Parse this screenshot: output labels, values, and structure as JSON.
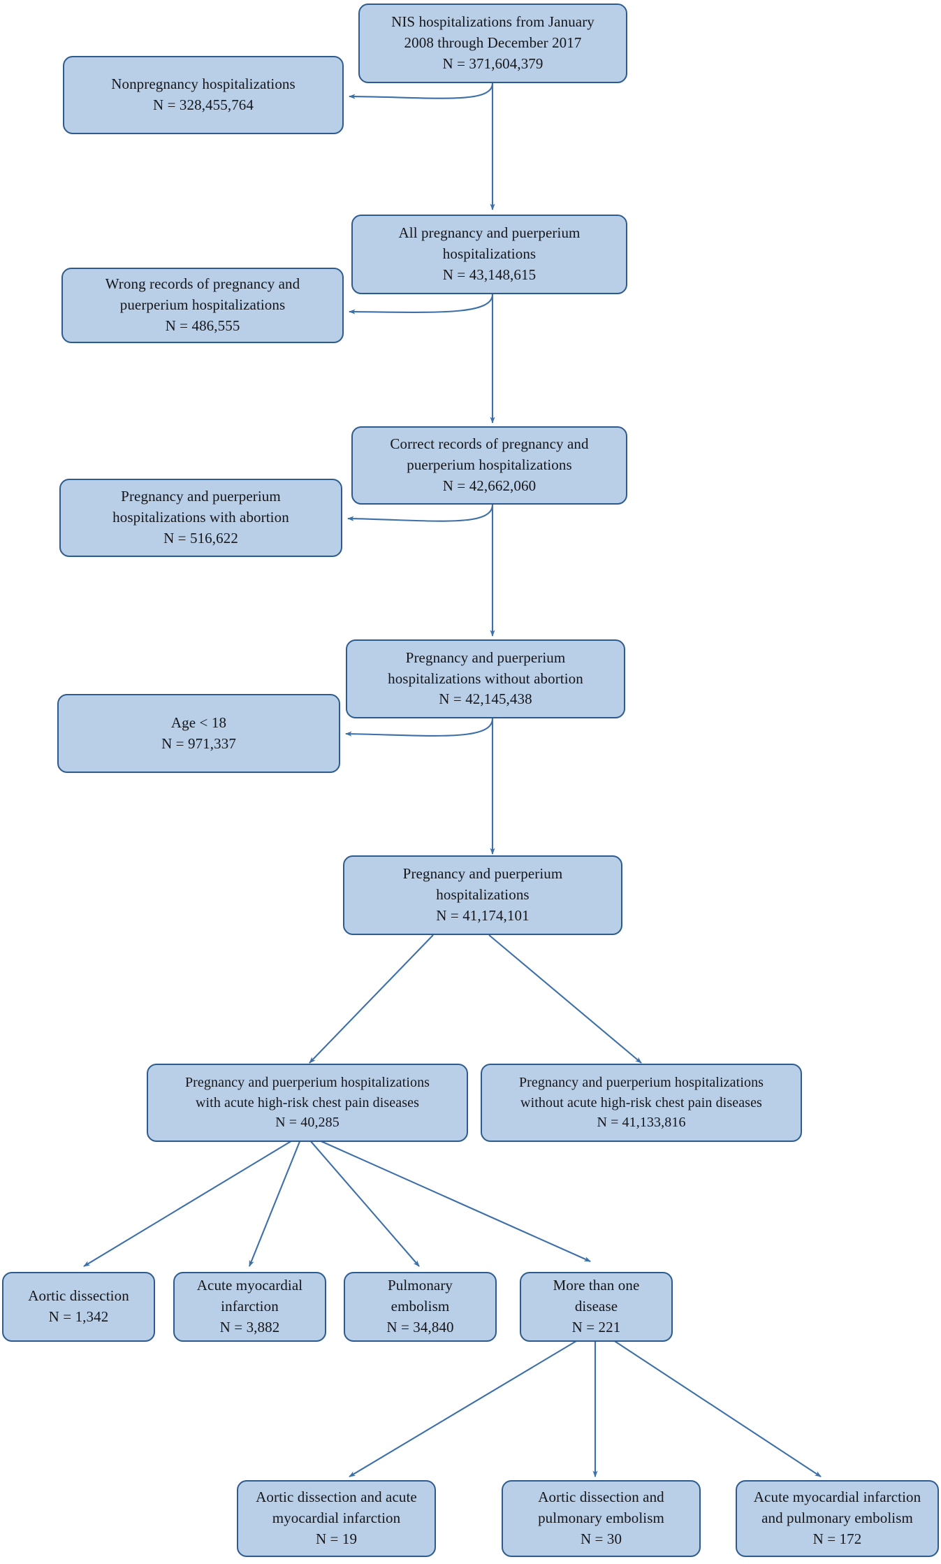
{
  "diagram": {
    "title": "NIS pregnancy and puerperium hospitalizations flow diagram",
    "type": "flowchart",
    "colors": {
      "box_fill": "#b9cfe7",
      "box_border": "#2d5b8e",
      "arrow": "#3d6fa8",
      "text": "#16161a",
      "background": "#ffffff"
    },
    "nodes": [
      {
        "id": "nis-total",
        "lines": [
          "NIS hospitalizations from January",
          "2008 through December 2017",
          "N = 371,604,379"
        ],
        "n": "371,604,379"
      },
      {
        "id": "nonpregnancy",
        "lines": [
          "Nonpregnancy hospitalizations",
          "N = 328,455,764"
        ],
        "n": "328,455,764"
      },
      {
        "id": "all-pregnancy",
        "lines": [
          "All pregnancy and puerperium",
          "hospitalizations",
          "N = 43,148,615"
        ],
        "n": "43,148,615"
      },
      {
        "id": "wrong-records",
        "lines": [
          "Wrong records of pregnancy and",
          "puerperium hospitalizations",
          "N = 486,555"
        ],
        "n": "486,555"
      },
      {
        "id": "correct-records",
        "lines": [
          "Correct records of pregnancy and",
          "puerperium hospitalizations",
          "N = 42,662,060"
        ],
        "n": "42,662,060"
      },
      {
        "id": "with-abortion",
        "lines": [
          "Pregnancy and puerperium",
          "hospitalizations with abortion",
          "N = 516,622"
        ],
        "n": "516,622"
      },
      {
        "id": "without-abortion",
        "lines": [
          "Pregnancy and puerperium",
          "hospitalizations without abortion",
          "N = 42,145,438"
        ],
        "n": "42,145,438"
      },
      {
        "id": "age-under-18",
        "lines": [
          "Age < 18",
          "N = 971,337"
        ],
        "n": "971,337"
      },
      {
        "id": "pregnancy-final",
        "lines": [
          "Pregnancy and puerperium",
          "hospitalizations",
          "N = 41,174,101"
        ],
        "n": "41,174,101"
      },
      {
        "id": "with-chest-pain",
        "lines": [
          "Pregnancy and puerperium hospitalizations",
          "with acute high-risk chest pain diseases",
          "N = 40,285"
        ],
        "n": "40,285"
      },
      {
        "id": "without-chest-pain",
        "lines": [
          "Pregnancy and puerperium hospitalizations",
          "without acute high-risk chest pain diseases",
          "N = 41,133,816"
        ],
        "n": "41,133,816"
      },
      {
        "id": "aortic-dissection",
        "lines": [
          "Aortic dissection",
          "N = 1,342"
        ],
        "n": "1,342"
      },
      {
        "id": "acute-mi",
        "lines": [
          "Acute myocardial",
          "infarction",
          "N = 3,882"
        ],
        "n": "3,882"
      },
      {
        "id": "pulmonary-embolism",
        "lines": [
          "Pulmonary",
          "embolism",
          "N = 34,840"
        ],
        "n": "34,840"
      },
      {
        "id": "more-than-one",
        "lines": [
          "More than one",
          "disease",
          "N = 221"
        ],
        "n": "221"
      },
      {
        "id": "ad-and-ami",
        "lines": [
          "Aortic dissection and acute",
          "myocardial infarction",
          "N = 19"
        ],
        "n": "19"
      },
      {
        "id": "ad-and-pe",
        "lines": [
          "Aortic dissection and",
          "pulmonary embolism",
          "N = 30"
        ],
        "n": "30"
      },
      {
        "id": "ami-and-pe",
        "lines": [
          "Acute myocardial infarction",
          "and pulmonary embolism",
          "N = 172"
        ],
        "n": "172"
      }
    ]
  }
}
